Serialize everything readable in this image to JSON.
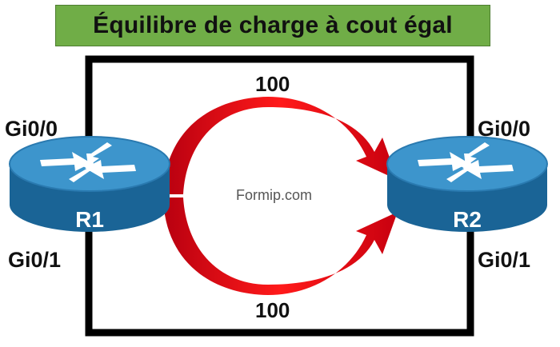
{
  "title": "Équilibre de charge à cout égal",
  "links": {
    "top_cost": "100",
    "bottom_cost": "100"
  },
  "routers": {
    "r1": {
      "name": "R1",
      "top_interface": "Gi0/0",
      "bottom_interface": "Gi0/1"
    },
    "r2": {
      "name": "R2",
      "top_interface": "Gi0/0",
      "bottom_interface": "Gi0/1"
    }
  },
  "watermark": "Formip.com",
  "colors": {
    "title_bg": "#70ad47",
    "router_body": "#1f6fa0",
    "router_top": "#3f9ad0",
    "arrow": "#e30613",
    "link": "#000000"
  },
  "icons": [
    "router-icon",
    "load-balance-arrow-icon"
  ]
}
